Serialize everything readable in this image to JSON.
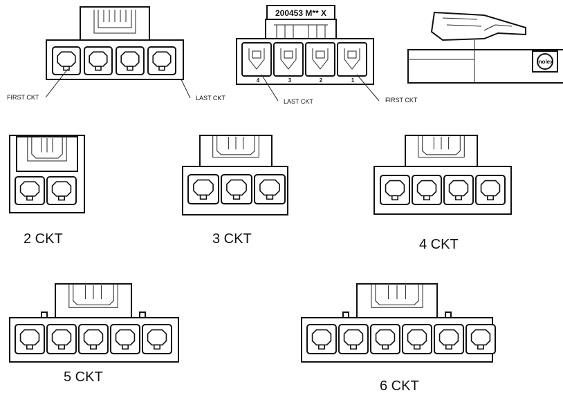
{
  "views": {
    "rear_4ckt": {
      "first_ckt": "FIRST CKT",
      "last_ckt": "LAST CKT"
    },
    "front_4ckt": {
      "part_number": "200453 M** X",
      "cavity_numbers": [
        "4",
        "3",
        "2",
        "1"
      ],
      "last_ckt": "LAST CKT",
      "first_ckt": "FIRST CKT"
    },
    "side_view": {
      "logo": "molex"
    }
  },
  "variants": [
    {
      "label": "2 CKT"
    },
    {
      "label": "3 CKT"
    },
    {
      "label": "4 CKT"
    },
    {
      "label": "5 CKT"
    },
    {
      "label": "6 CKT"
    }
  ]
}
